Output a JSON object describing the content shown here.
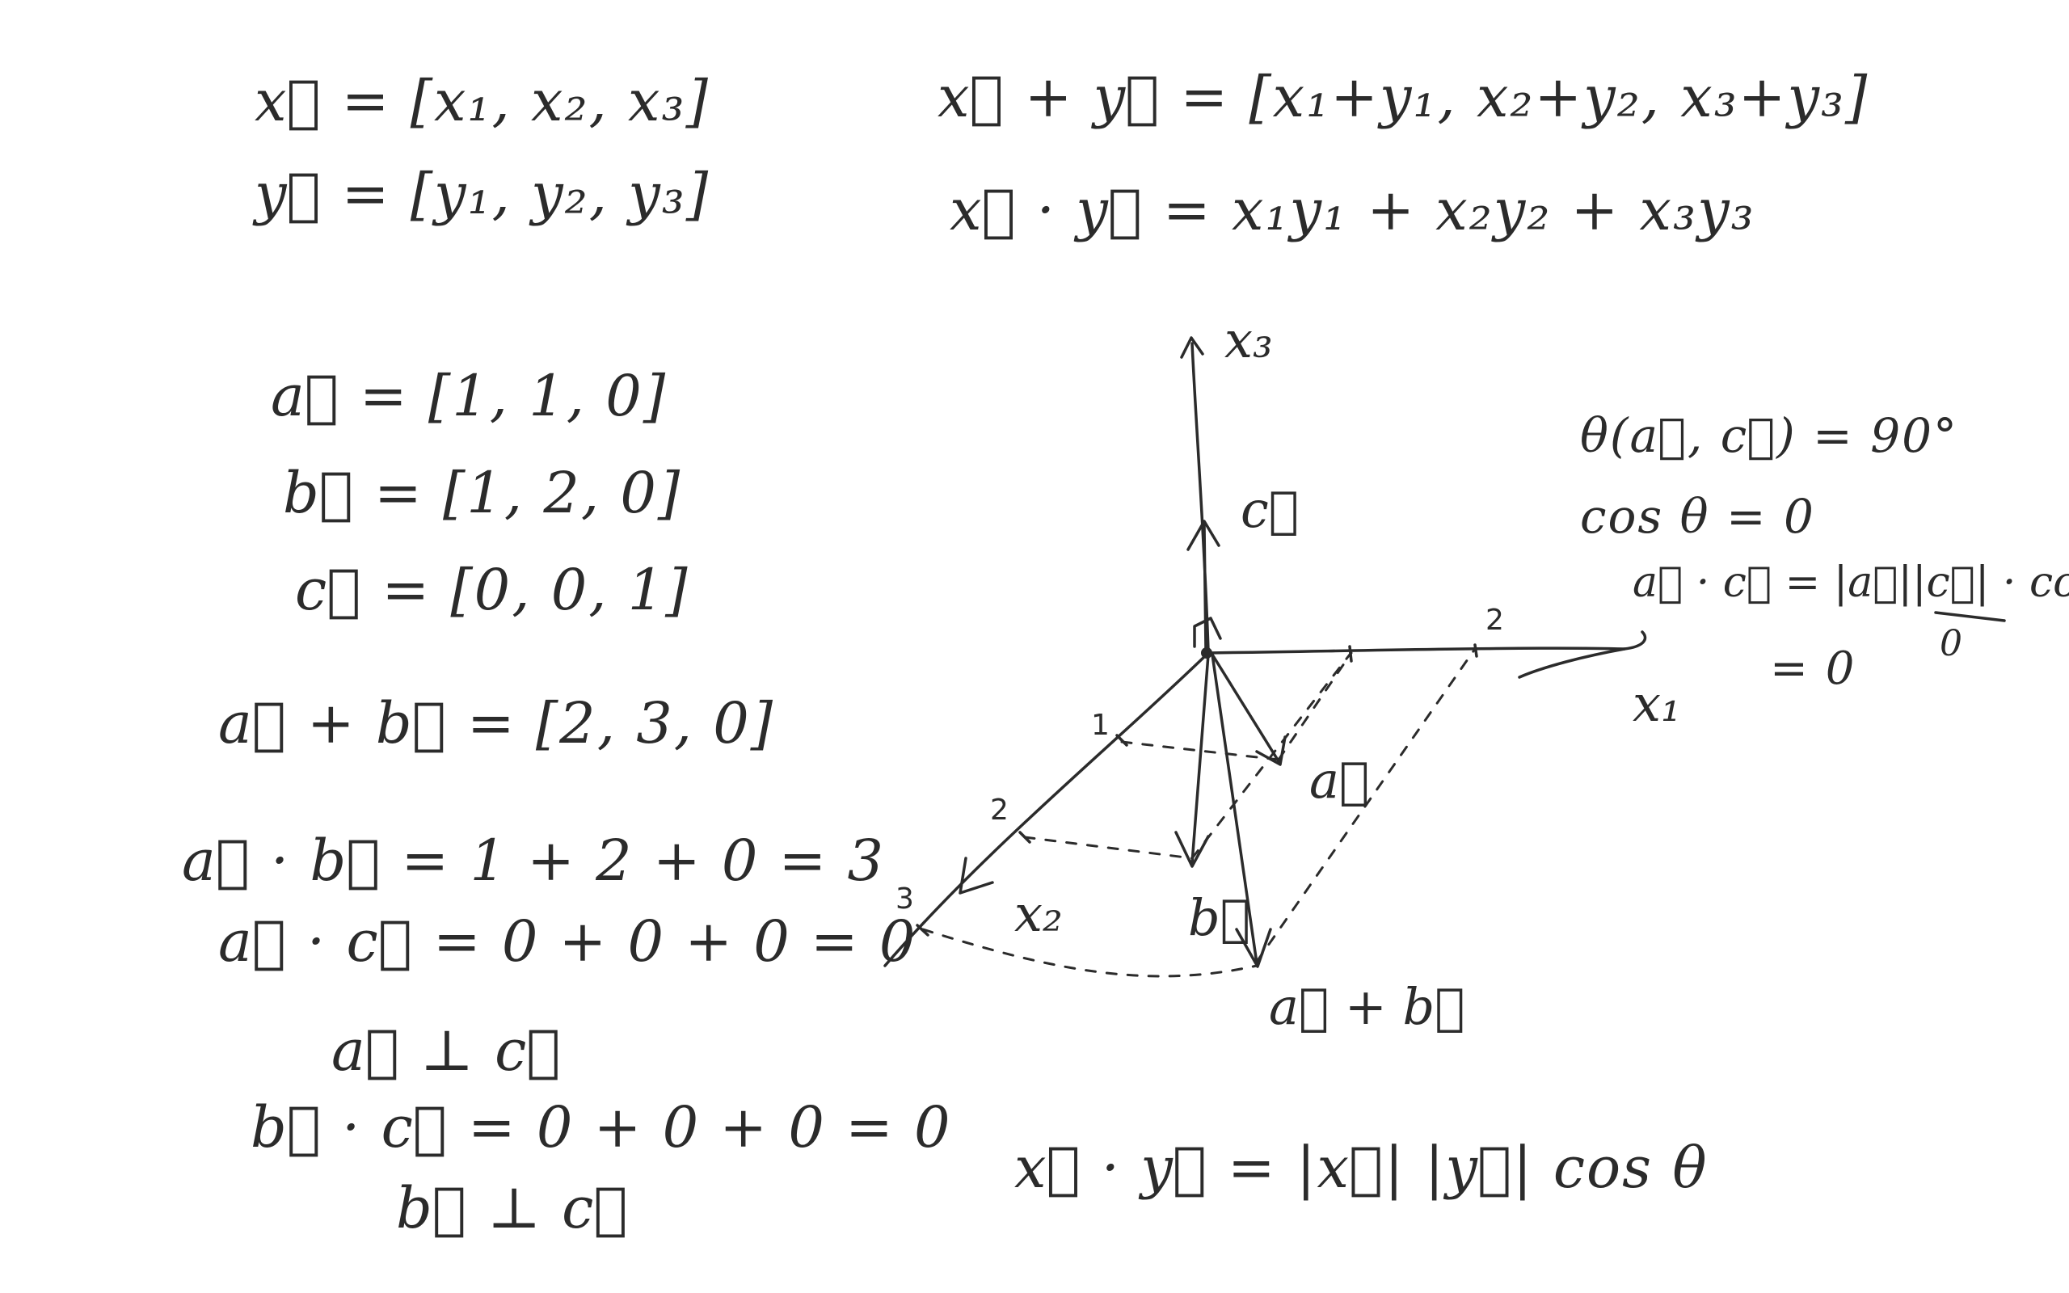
{
  "left_notes": {
    "x_def": "x⃗ = [x₁, x₂, x₃]",
    "y_def": "y⃗ = [y₁, y₂, y₃]",
    "a_def": "a⃗ = [1, 1, 0]",
    "b_def": "b⃗ = [1, 2, 0]",
    "c_def": "c⃗ = [0, 0, 1]",
    "a_plus_b": "a⃗ + b⃗ = [2, 3, 0]",
    "a_dot_b": "a⃗ · b⃗ = 1 + 2 + 0 = 3",
    "a_dot_c": "a⃗ · c⃗ = 0 + 0 + 0 = 0",
    "a_perp_c": "a⃗ ⊥ c⃗",
    "b_dot_c": "b⃗ · c⃗ = 0 + 0 + 0 = 0",
    "b_perp_c": "b⃗ ⊥ c⃗"
  },
  "top_notes": {
    "sum_formula": "x⃗ + y⃗ = [x₁+y₁, x₂+y₂, x₃+y₃]",
    "dot_formula": "x⃗ · y⃗ = x₁y₁ + x₂y₂ + x₃y₃"
  },
  "right_notes": {
    "angle": "θ(a⃗, c⃗) = 90°",
    "cos": "cos θ = 0",
    "dot_rel": "a⃗ · c⃗ = |a⃗||c⃗| · cos θ",
    "zero_under": "0",
    "result": "= 0"
  },
  "bottom_notes": {
    "dot_cos": "x⃗ · y⃗ = |x⃗| |y⃗| cos θ"
  },
  "diagram": {
    "axis_x3": "x₃",
    "axis_x1": "x₁",
    "axis_x2": "x₂",
    "tick_x1_2": "2",
    "tick_x2_1": "1",
    "tick_x2_2": "2",
    "tick_x2_3": "3",
    "vec_a": "a⃗",
    "vec_b": "b⃗",
    "vec_c": "c⃗",
    "vec_apb": "a⃗ + b⃗"
  },
  "colors": {
    "ink": "#2b2b2b",
    "background": "#ffffff"
  }
}
